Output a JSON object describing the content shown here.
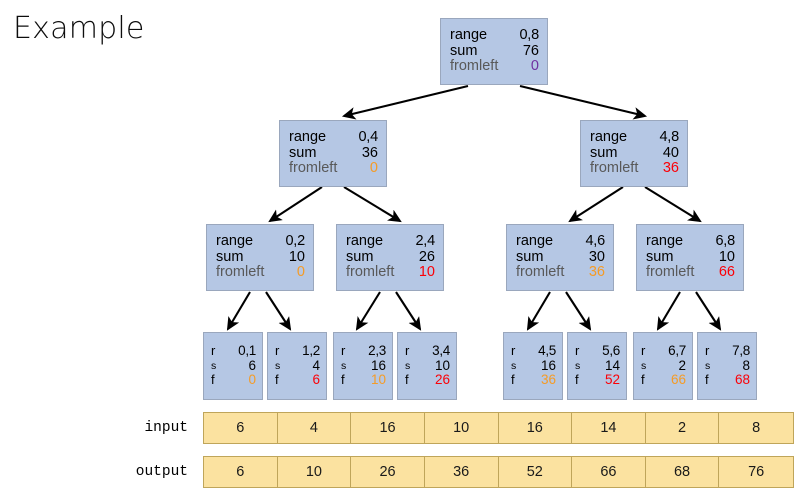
{
  "title": "Example",
  "colors": {
    "node_fill": "#b5c7e4",
    "node_border": "#9aa7bd",
    "array_fill": "#fbe2a0",
    "array_border": "#bfa55a",
    "value_black": "#000000",
    "value_purple": "#7030a0",
    "value_orange": "#f59b26",
    "value_red": "#fb0007"
  },
  "labels": {
    "range": "range",
    "sum": "sum",
    "fromleft": "fromleft",
    "r": "r",
    "s": "s",
    "f": "f"
  },
  "tree": {
    "root": {
      "range": "0,8",
      "sum": "76",
      "fromleft": "0",
      "fromleft_color": "purple"
    },
    "level1": [
      {
        "range": "0,4",
        "sum": "36",
        "fromleft": "0",
        "fromleft_color": "orange"
      },
      {
        "range": "4,8",
        "sum": "40",
        "fromleft": "36",
        "fromleft_color": "red"
      }
    ],
    "level2": [
      {
        "range": "0,2",
        "sum": "10",
        "fromleft": "0",
        "fromleft_color": "orange"
      },
      {
        "range": "2,4",
        "sum": "26",
        "fromleft": "10",
        "fromleft_color": "red"
      },
      {
        "range": "4,6",
        "sum": "30",
        "fromleft": "36",
        "fromleft_color": "orange"
      },
      {
        "range": "6,8",
        "sum": "10",
        "fromleft": "66",
        "fromleft_color": "red"
      }
    ],
    "leaves": [
      {
        "r": "0,1",
        "s": "6",
        "f": "0",
        "f_color": "orange"
      },
      {
        "r": "1,2",
        "s": "4",
        "f": "6",
        "f_color": "red"
      },
      {
        "r": "2,3",
        "s": "16",
        "f": "10",
        "f_color": "orange"
      },
      {
        "r": "3,4",
        "s": "10",
        "f": "26",
        "f_color": "red"
      },
      {
        "r": "4,5",
        "s": "16",
        "f": "36",
        "f_color": "orange"
      },
      {
        "r": "5,6",
        "s": "14",
        "f": "52",
        "f_color": "red"
      },
      {
        "r": "6,7",
        "s": "2",
        "f": "66",
        "f_color": "orange"
      },
      {
        "r": "7,8",
        "s": "8",
        "f": "68",
        "f_color": "red"
      }
    ]
  },
  "arrays": {
    "input": {
      "label": "input",
      "values": [
        "6",
        "4",
        "16",
        "10",
        "16",
        "14",
        "2",
        "8"
      ]
    },
    "output": {
      "label": "output",
      "values": [
        "6",
        "10",
        "26",
        "36",
        "52",
        "66",
        "68",
        "76"
      ]
    }
  }
}
